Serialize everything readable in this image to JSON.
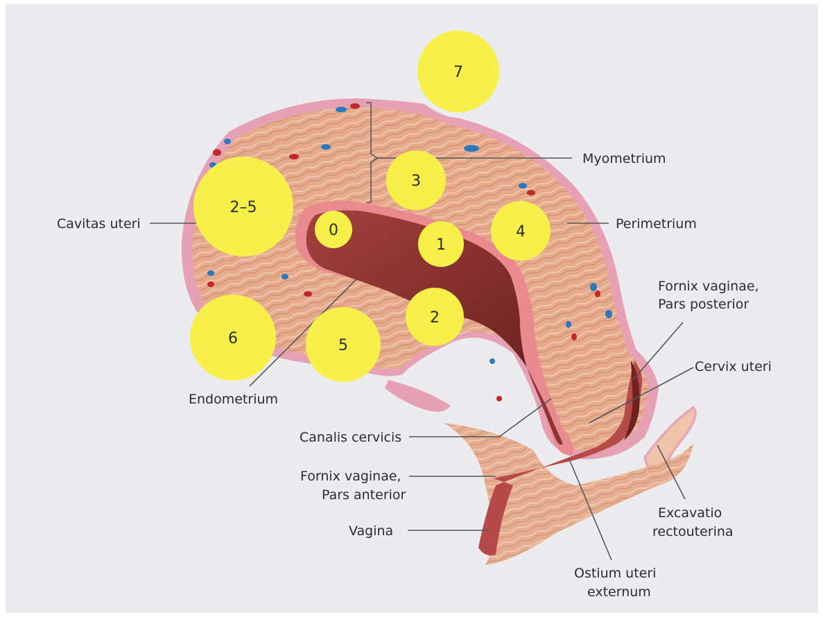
{
  "labels": {
    "myometrium": "Myometrium",
    "cavitas_uteri": "Cavitas uteri",
    "perimetrium": "Perimetrium",
    "fornix_posterior_1": "Fornix vaginae,",
    "fornix_posterior_2": "Pars posterior",
    "cervix_uteri": "Cervix uteri",
    "endometrium": "Endometrium",
    "canalis_cervicis": "Canalis cervicis",
    "fornix_anterior_1": "Fornix vaginae,",
    "fornix_anterior_2": "Pars anterior",
    "vagina": "Vagina",
    "excavatio_1": "Excavatio",
    "excavatio_2": "rectouterina",
    "ostium_1": "Ostium uteri",
    "ostium_2": "externum"
  },
  "markers": {
    "m7": "7",
    "m3": "3",
    "m25": "2–5",
    "m0": "0",
    "m1": "1",
    "m4": "4",
    "m2": "2",
    "m6": "6",
    "m5": "5"
  },
  "colors": {
    "background": "#ececee",
    "marker_fill": "#f7ef4a",
    "muscle": "#e7b194",
    "perimetrium": "#e7a9b8",
    "endometrium": "#e88a8e",
    "cavity": "#8e3532",
    "vessel_blue": "#2b78c0",
    "vessel_red": "#c0282c"
  }
}
